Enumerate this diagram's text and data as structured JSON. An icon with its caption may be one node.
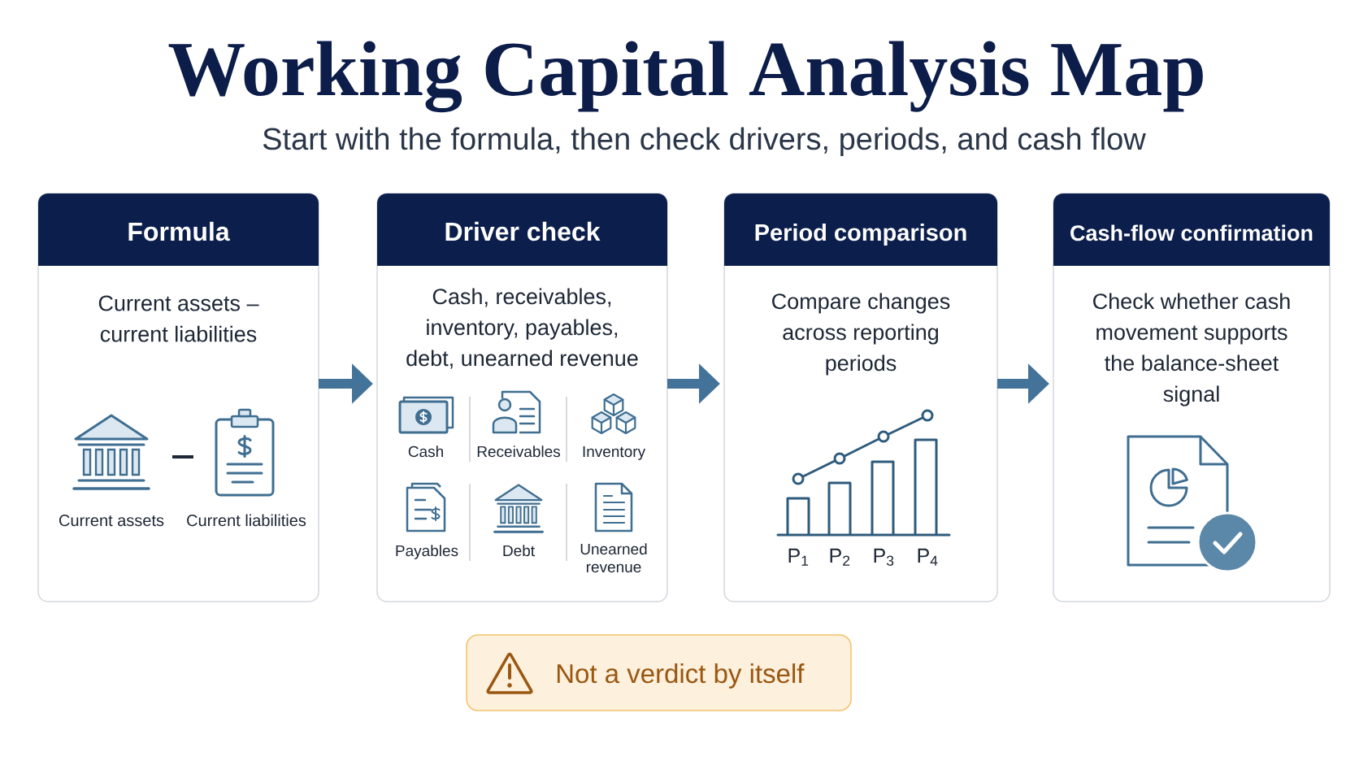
{
  "diagram": {
    "title": "Working Capital Analysis Map",
    "nodes": [
      {
        "text": [
          "Formula",
          "Current assets – current liabilities"
        ]
      },
      {
        "text": [
          "Driver check",
          "Cash, receivables, inventory, payables, debt, unearned revenue"
        ]
      },
      {
        "text": [
          "Period comparison",
          "Compare changes across reporting periods"
        ]
      },
      {
        "text": [
          "Cash-flow confirmation",
          "Check whether cash movement supports the balance-sheet signal"
        ]
      },
      {
        "text": [
          "Not a verdict by itself"
        ]
      }
    ],
    "edges": [
      {
        "from": 0,
        "to": 1,
        "arrow": "to"
      },
      {
        "from": 1,
        "to": 2,
        "arrow": "to"
      },
      {
        "from": 2,
        "to": 3,
        "arrow": "to"
      }
    ],
    "labels": [
      "Start with the formula, then check drivers, periods, and cash flow",
      "Current assets",
      "Current liabilities",
      "Cash",
      "Receivables",
      "Inventory",
      "Payables",
      "Debt",
      "Unearned revenue",
      "P$_{1}$",
      "P$_{2}$",
      "P$_{3}$",
      "P$_{4}$"
    ]
  }
}
